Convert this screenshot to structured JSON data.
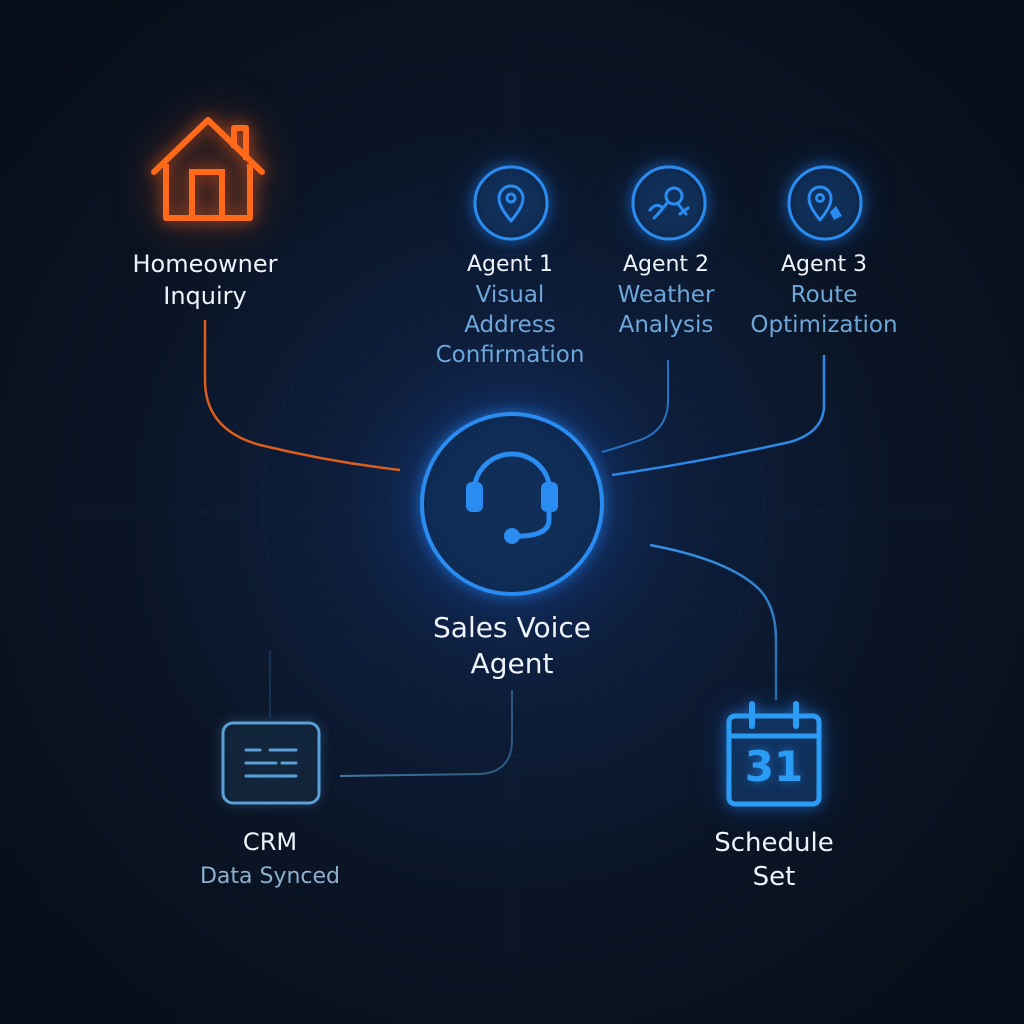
{
  "nodes": {
    "homeowner": {
      "title_line1": "Homeowner",
      "title_line2": "Inquiry",
      "icon": "house-icon",
      "color": "#ff6a1a"
    },
    "agent1": {
      "title": "Agent 1",
      "subtitle_line1": "Visual",
      "subtitle_line2": "Address",
      "subtitle_line3": "Confirmation",
      "icon": "map-pin-icon"
    },
    "agent2": {
      "title": "Agent 2",
      "subtitle_line1": "Weather",
      "subtitle_line2": "Analysis",
      "icon": "analysis-icon"
    },
    "agent3": {
      "title": "Agent 3",
      "subtitle_line1": "Route",
      "subtitle_line2": "Optimization",
      "icon": "route-pin-icon"
    },
    "sales_agent": {
      "title_line1": "Sales Voice",
      "title_line2": "Agent",
      "icon": "headset-icon",
      "color": "#2a8cf0"
    },
    "crm": {
      "title": "CRM",
      "subtitle": "Data Synced",
      "icon": "crm-card-icon"
    },
    "schedule": {
      "title_line1": "Schedule",
      "title_line2": "Set",
      "calendar_day": "31",
      "icon": "calendar-icon"
    }
  },
  "colors": {
    "background": "#0a1220",
    "accent_orange": "#ff6a1a",
    "accent_blue": "#2a8cf0",
    "text_subtle_blue": "#6fa6d8"
  }
}
